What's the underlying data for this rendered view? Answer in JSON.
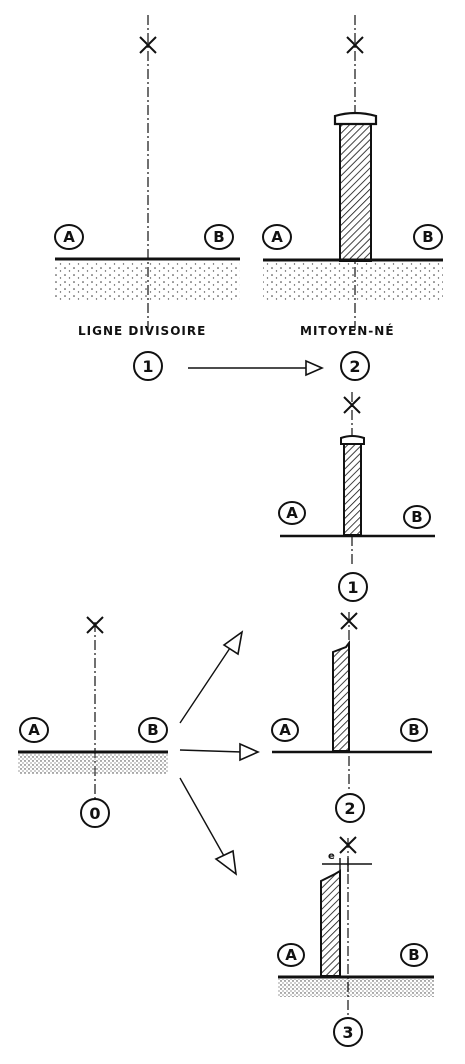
{
  "top": {
    "left_caption": "LIGNE DIVISOIRE",
    "right_caption": "MITOYEN-NÉ",
    "left_number": "1",
    "right_number": "2",
    "side_a": "A",
    "side_b": "B"
  },
  "mid": {
    "number": "1",
    "side_a": "A",
    "side_b": "B"
  },
  "bottom": {
    "origin_number": "0",
    "opt2_number": "2",
    "opt3_number": "3",
    "offset_mark": "e",
    "side_a": "A",
    "side_b": "B"
  },
  "colors": {
    "ink": "#111111",
    "paper": "#ffffff"
  }
}
